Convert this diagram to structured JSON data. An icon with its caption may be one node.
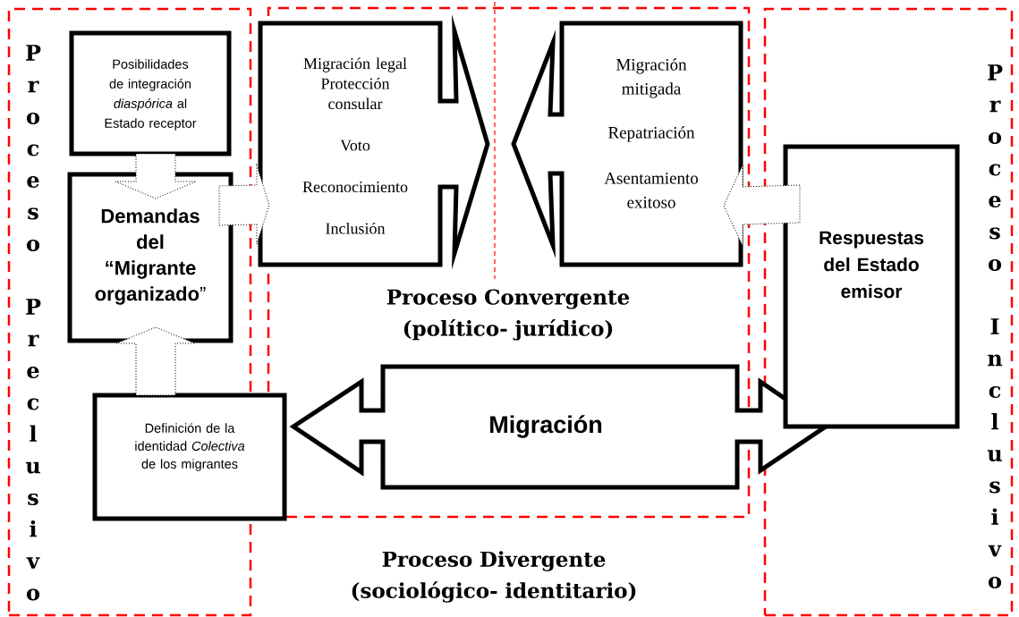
{
  "diagram": {
    "nodes": [
      {
        "text": [
          "Proceso Preclusivo"
        ]
      },
      {
        "text": [
          "Posibilidades de integración *diaspórica* al Estado receptor"
        ],
        "in": 0
      },
      {
        "text": [
          "**Demandas del “Migrante organizado**”"
        ],
        "in": 0
      },
      {
        "text": [
          "Definición de la identidad *Colectiva* de los migrantes"
        ]
      },
      {
        "text": [
          "Proceso Convergente (político- jurídico)"
        ]
      },
      {
        "text": [
          "Migración legal",
          "Protección consular",
          "Voto",
          "Reconocimiento",
          "Inclusión"
        ],
        "in": 4
      },
      {
        "text": [
          "Migración mitigada",
          "Repatriación",
          "Asentamiento exitoso"
        ],
        "in": 4
      },
      {
        "text": [
          "Migración"
        ]
      },
      {
        "text": [
          "Proceso Inclusivo"
        ]
      },
      {
        "text": [
          "Respuestas del Estado emisor"
        ],
        "in": 8
      }
    ],
    "edges": [
      {
        "from": 1,
        "to": 2,
        "arrow": "to"
      },
      {
        "from": 3,
        "to": 2,
        "arrow": "to"
      },
      {
        "from": 2,
        "to": 5,
        "arrow": "to"
      },
      {
        "from": 9,
        "to": 6,
        "arrow": "to"
      }
    ],
    "labels": [
      "Proceso Divergente (sociológico- identitario)"
    ]
  }
}
